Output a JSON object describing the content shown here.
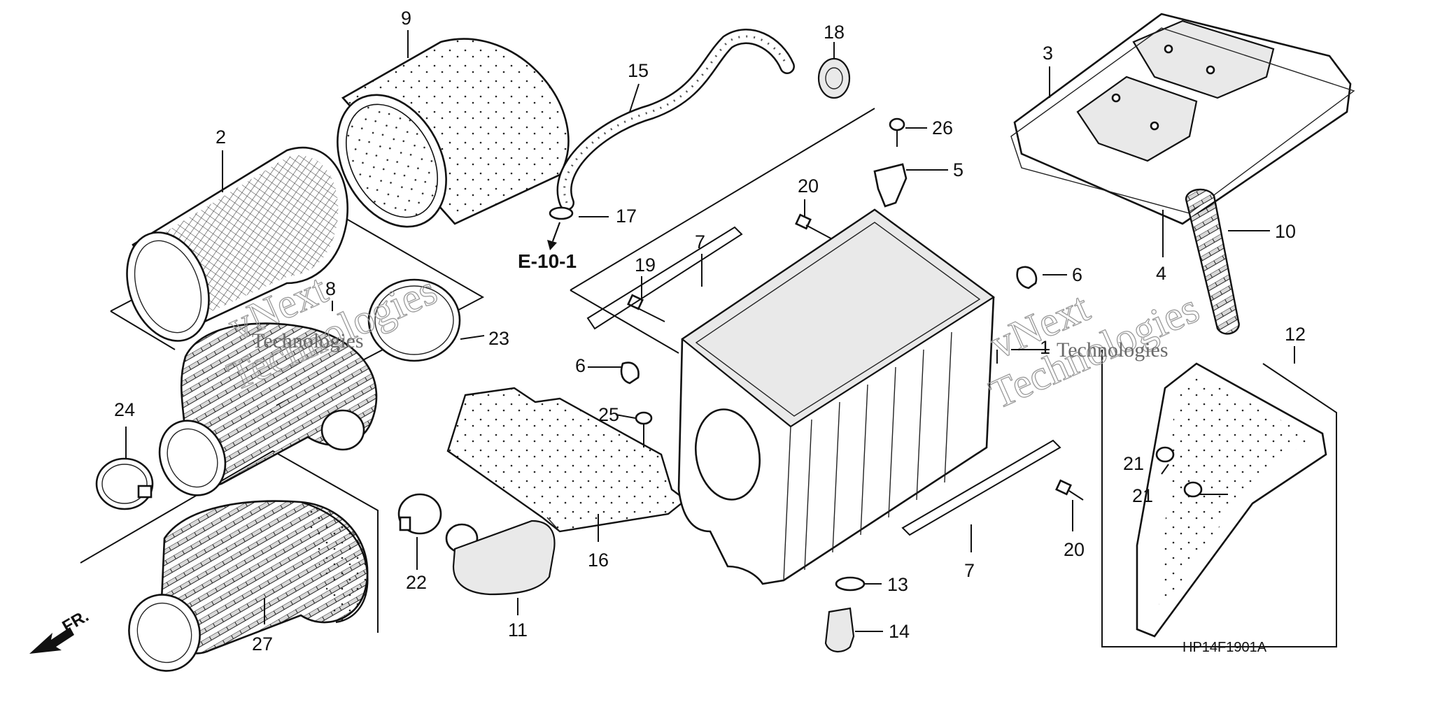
{
  "callouts": [
    {
      "id": "1",
      "label": "1"
    },
    {
      "id": "2",
      "label": "2"
    },
    {
      "id": "3",
      "label": "3"
    },
    {
      "id": "4",
      "label": "4"
    },
    {
      "id": "5",
      "label": "5"
    },
    {
      "id": "6a",
      "label": "6"
    },
    {
      "id": "6b",
      "label": "6"
    },
    {
      "id": "7a",
      "label": "7"
    },
    {
      "id": "7b",
      "label": "7"
    },
    {
      "id": "8",
      "label": "8"
    },
    {
      "id": "9",
      "label": "9"
    },
    {
      "id": "10",
      "label": "10"
    },
    {
      "id": "11",
      "label": "11"
    },
    {
      "id": "12",
      "label": "12"
    },
    {
      "id": "13",
      "label": "13"
    },
    {
      "id": "14",
      "label": "14"
    },
    {
      "id": "15",
      "label": "15"
    },
    {
      "id": "16",
      "label": "16"
    },
    {
      "id": "17",
      "label": "17"
    },
    {
      "id": "18",
      "label": "18"
    },
    {
      "id": "19",
      "label": "19"
    },
    {
      "id": "20a",
      "label": "20"
    },
    {
      "id": "20b",
      "label": "20"
    },
    {
      "id": "21a",
      "label": "21"
    },
    {
      "id": "21b",
      "label": "21"
    },
    {
      "id": "22",
      "label": "22"
    },
    {
      "id": "23",
      "label": "23"
    },
    {
      "id": "24",
      "label": "24"
    },
    {
      "id": "25",
      "label": "25"
    },
    {
      "id": "26",
      "label": "26"
    },
    {
      "id": "27",
      "label": "27"
    }
  ],
  "reference_label": "E-10-1",
  "direction_label": "FR.",
  "diagram_code": "HP14F1901A",
  "watermark": {
    "brand": "vNext",
    "company": "Technologies"
  }
}
